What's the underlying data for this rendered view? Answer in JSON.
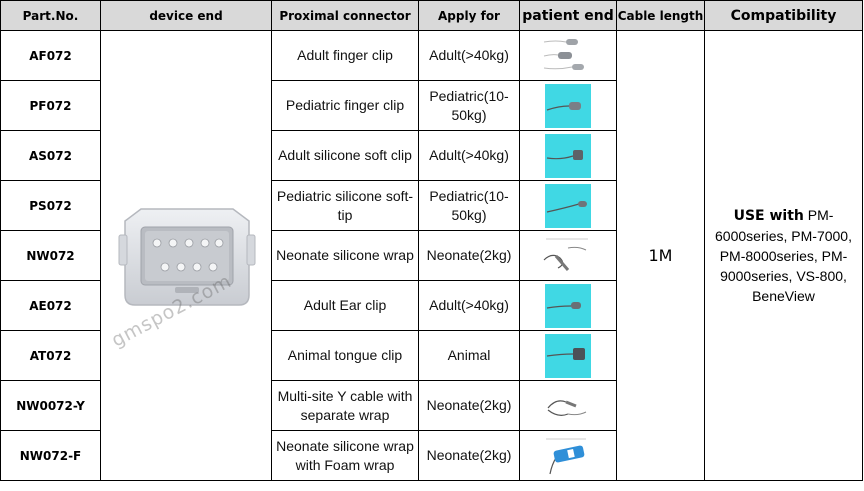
{
  "headers": {
    "part_no": "Part.No.",
    "device_end": "device end",
    "proximal_connector": "Proximal connector",
    "apply_for": "Apply for",
    "patient_end": "patient end",
    "cable_length": "Cable length",
    "compatibility": "Compatibility"
  },
  "rows": [
    {
      "part": "AF072",
      "proximal": "Adult finger clip",
      "apply": "Adult(>40kg)"
    },
    {
      "part": "PF072",
      "proximal": "Pediatric finger clip",
      "apply": "Pediatric(10-50kg)"
    },
    {
      "part": "AS072",
      "proximal": "Adult silicone soft clip",
      "apply": "Adult(>40kg)"
    },
    {
      "part": "PS072",
      "proximal": "Pediatric silicone soft-tip",
      "apply": "Pediatric(10-50kg)"
    },
    {
      "part": "NW072",
      "proximal": "Neonate silicone wrap",
      "apply": "Neonate(2kg)"
    },
    {
      "part": "AE072",
      "proximal": "Adult Ear clip",
      "apply": "Adult(>40kg)"
    },
    {
      "part": "AT072",
      "proximal": "Animal tongue clip",
      "apply": "Animal"
    },
    {
      "part": "NW0072-Y",
      "proximal": "Multi-site Y cable with separate wrap",
      "apply": "Neonate(2kg)"
    },
    {
      "part": "NW072-F",
      "proximal": "Neonate silicone wrap with Foam wrap",
      "apply": "Neonate(2kg)"
    }
  ],
  "cable_length": "1M",
  "compatibility": {
    "lead": "USE with",
    "models": "PM-6000series, PM-7000, PM-8000series, PM-9000series, VS-800, BeneView"
  },
  "watermark": "gmspo2.com",
  "colors": {
    "header_bg": "#d9d9d9",
    "thumb_cyan": "#40d8e4",
    "connector_body": "#dcdfe4"
  },
  "icons": [
    "spo2-connector-icon",
    "finger-clip-icon",
    "soft-tip-sensor-icon",
    "ear-clip-icon",
    "tongue-clip-icon",
    "y-cable-icon",
    "foam-wrap-icon"
  ]
}
